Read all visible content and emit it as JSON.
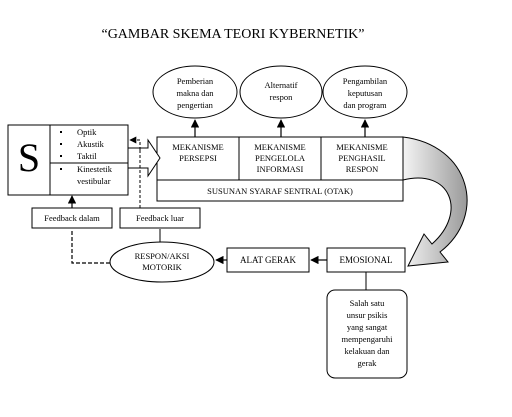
{
  "title": "“GAMBAR SKEMA TEORI KYBERNETIK”",
  "sensor_block": {
    "letter": "S",
    "items": [
      "Optik",
      "Akustik",
      "Taktil",
      "Kinestetik",
      "vestibular"
    ]
  },
  "cns": {
    "label": "SUSUNAN SYARAF SENTRAL (OTAK)",
    "modules": [
      {
        "lines": [
          "MEKANISME",
          "PERSEPSI"
        ]
      },
      {
        "lines": [
          "MEKANISME",
          "PENGELOLA",
          "INFORMASI"
        ]
      },
      {
        "lines": [
          "MEKANISME",
          "PENGHASIL",
          "RESPON"
        ]
      }
    ]
  },
  "ovals": [
    {
      "lines": [
        "Pemberian",
        "makna dan",
        "pengertian"
      ]
    },
    {
      "lines": [
        "Alternatif",
        "respon"
      ]
    },
    {
      "lines": [
        "Pengambilan",
        "keputusan",
        "dan program"
      ]
    }
  ],
  "feedback": {
    "dalam": "Feedback dalam",
    "luar": "Feedback luar"
  },
  "response": {
    "lines": [
      "RESPON/AKSI",
      "MOTORIK"
    ]
  },
  "alat_gerak": "ALAT GERAK",
  "emosional": "EMOSIONAL",
  "note": {
    "lines": [
      "Salah satu",
      "unsur psikis",
      "yang sangat",
      "mempengaruhi",
      "kelakuan dan",
      "gerak"
    ]
  }
}
